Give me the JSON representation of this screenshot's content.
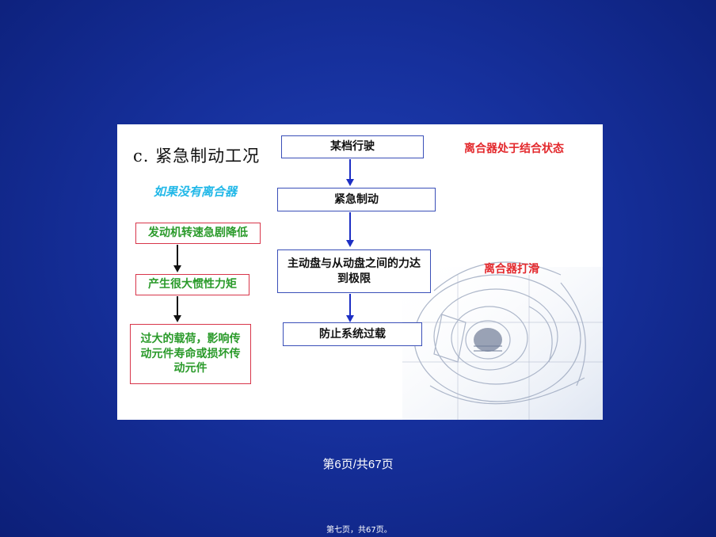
{
  "slide": {
    "title": "c. 紧急制动工况",
    "without_clutch_note": "如果没有离合器",
    "clutch_engaged_note": "离合器处于结合状态",
    "clutch_slip_note": "离合器打滑",
    "flow_main": [
      "某档行驶",
      "紧急制动",
      "主动盘与从动盘之间的力达到极限",
      "防止系统过载"
    ],
    "flow_without_clutch": [
      "发动机转速急剧降低",
      "产生很大惯性力矩",
      "过大的载荷，影响传动元件寿命或损坏传动元件"
    ]
  },
  "footer": {
    "page_number": "第6页/共67页",
    "small_note": "第七页，共67页。"
  }
}
